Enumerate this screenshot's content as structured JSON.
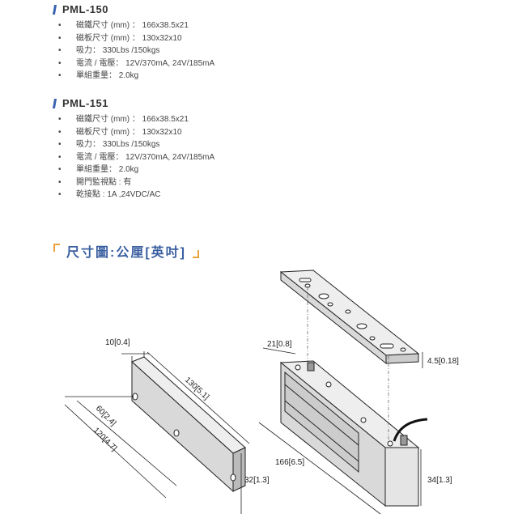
{
  "models": [
    {
      "name": "PML-150",
      "specs": [
        "磁鐵尺寸 (mm) ： 166x38.5x21",
        "磁板尺寸 (mm) ： 130x32x10",
        "吸力： 330Lbs /150kgs",
        "電流 / 電壓： 12V/370mA, 24V/185mA",
        "單組重量： 2.0kg"
      ]
    },
    {
      "name": "PML-151",
      "specs": [
        "磁鐵尺寸 (mm) ： 166x38.5x21",
        "磁板尺寸 (mm) ： 130x32x10",
        "吸力： 330Lbs /150kgs",
        "電流 / 電壓： 12V/370mA, 24V/185mA",
        "單組重量： 2.0kg",
        "開門監視點 : 有",
        "乾接點 : 1A ,24VDC/AC"
      ]
    }
  ],
  "dimension_title": "尺寸圖:公厘[英吋]",
  "drawing_labels": {
    "plate_thickness": "10[0.4]",
    "plate_length": "130[5.1]",
    "hole_spacing_60": "60[2.4]",
    "hole_spacing_120": "120[4.7]",
    "plate_height": "32[1.3]",
    "magnet_depth": "21[0.8]",
    "bracket_thickness": "4.5[0.18]",
    "magnet_length": "166[6.5]",
    "magnet_height": "34[1.3]"
  },
  "colors": {
    "accent": "#3a62b0",
    "bracket": "#e8a33c",
    "metal": "#d9d9d9"
  }
}
